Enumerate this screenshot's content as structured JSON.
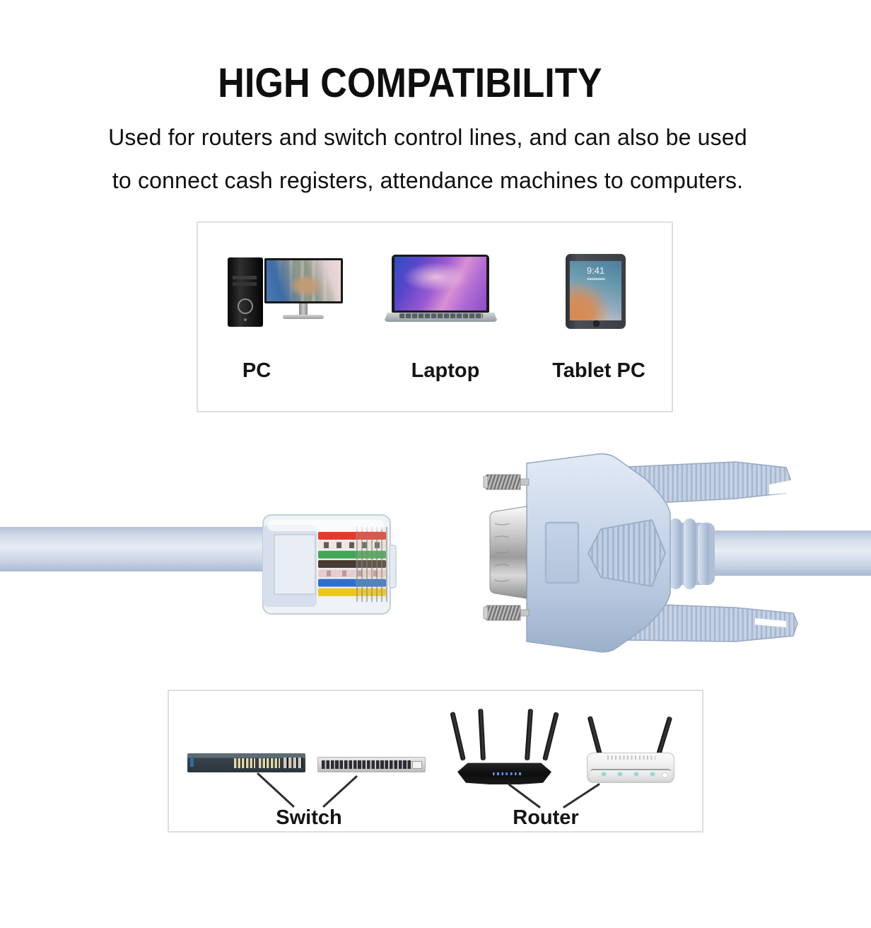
{
  "header": {
    "title": "HIGH COMPATIBILITY",
    "description_line1": "Used for routers and switch control lines, and can also be used",
    "description_line2": "to connect cash registers, attendance machines to computers."
  },
  "compatibility_box": {
    "devices": [
      {
        "label": "PC"
      },
      {
        "label": "Laptop"
      },
      {
        "label": "Tablet PC"
      }
    ],
    "tablet_time": "9:41"
  },
  "connection_box": {
    "groups": [
      {
        "label": "Switch"
      },
      {
        "label": "Router"
      }
    ]
  },
  "cable": {
    "jacket_color": "#cdd9e8",
    "connector_body_color": "#c6d4e8",
    "wire_colors": [
      "#e23b2e",
      "#ece6df",
      "#43a556",
      "#4a3b31",
      "#e3cfd0",
      "#2f6fd0",
      "#edc61c"
    ],
    "colors": {
      "text": "#111111",
      "box_border": "#dedede",
      "metal": "#b5b5b5",
      "switch_led_blue": "#5a95e8",
      "router_led_teal": "#8fd8dc"
    }
  }
}
